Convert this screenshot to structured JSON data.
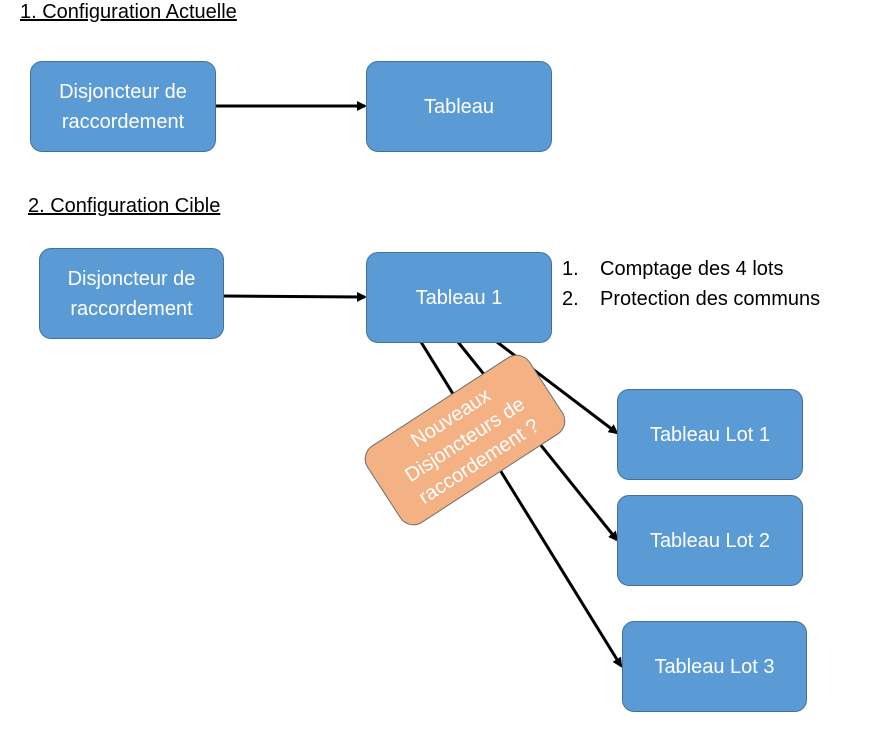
{
  "section1": {
    "heading": "1. Configuration Actuelle",
    "source_box": {
      "line1": "Disjoncteur de",
      "line2": "raccordement"
    },
    "target_box": "Tableau"
  },
  "section2": {
    "heading": "2. Configuration Cible",
    "source_box": {
      "line1": "Disjoncteur de",
      "line2": "raccordement"
    },
    "main_box": "Tableau 1",
    "notes": [
      {
        "num": "1.",
        "text": "Comptage des 4 lots"
      },
      {
        "num": "2.",
        "text": "Protection des communs"
      }
    ],
    "lots": [
      "Tableau Lot 1",
      "Tableau Lot 2",
      "Tableau Lot 3"
    ],
    "callout": {
      "line1": "Nouveaux",
      "line2": "Disjoncteurs de",
      "line3": "raccordement ?"
    }
  },
  "colors": {
    "box_fill": "#5b9bd5",
    "callout_fill": "#f4b183"
  }
}
